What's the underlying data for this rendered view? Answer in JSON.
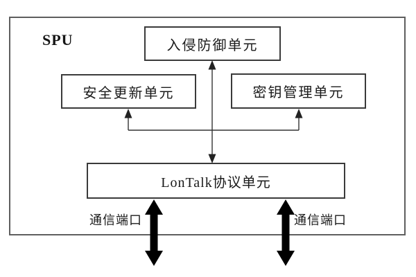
{
  "diagram": {
    "container_label": "SPU",
    "nodes": {
      "intrusion": {
        "label": "入侵防御单元"
      },
      "update": {
        "label": "安全更新单元"
      },
      "key": {
        "label": "密钥管理单元"
      },
      "lontalk": {
        "label": "LonTalk协议单元"
      }
    },
    "ports": {
      "left_label": "通信端口",
      "right_label": "通信端口"
    },
    "connections": [
      "lontalk <-> intrusion (double-headed thin arrow, vertical center)",
      "branch line -> update (arrow up into bottom of update box)",
      "branch line -> key (arrow up into bottom of key box)",
      "lontalk <-> external left port (thick double arrow through frame bottom)",
      "lontalk <-> external right port (thick double arrow through frame bottom)"
    ],
    "colors": {
      "background": "#ffffff",
      "frame_border": "#5e5e5e",
      "node_border": "#3a3a3a",
      "thin_line": "#333333",
      "thick_arrow": "#000000",
      "text": "#111111"
    }
  }
}
